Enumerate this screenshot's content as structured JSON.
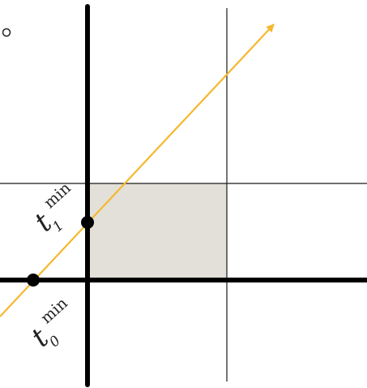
{
  "labels": {
    "t1": {
      "base": "t",
      "sub": "1",
      "sup": "min"
    },
    "t0": {
      "base": "t",
      "sub": "0",
      "sup": "min"
    }
  },
  "colors": {
    "background": "#ffffff",
    "box_fill": "#e2e0d9",
    "axis": "#000000",
    "thin_line": "#1a1a1a",
    "ray": "#f5b82e",
    "point": "#000000"
  }
}
